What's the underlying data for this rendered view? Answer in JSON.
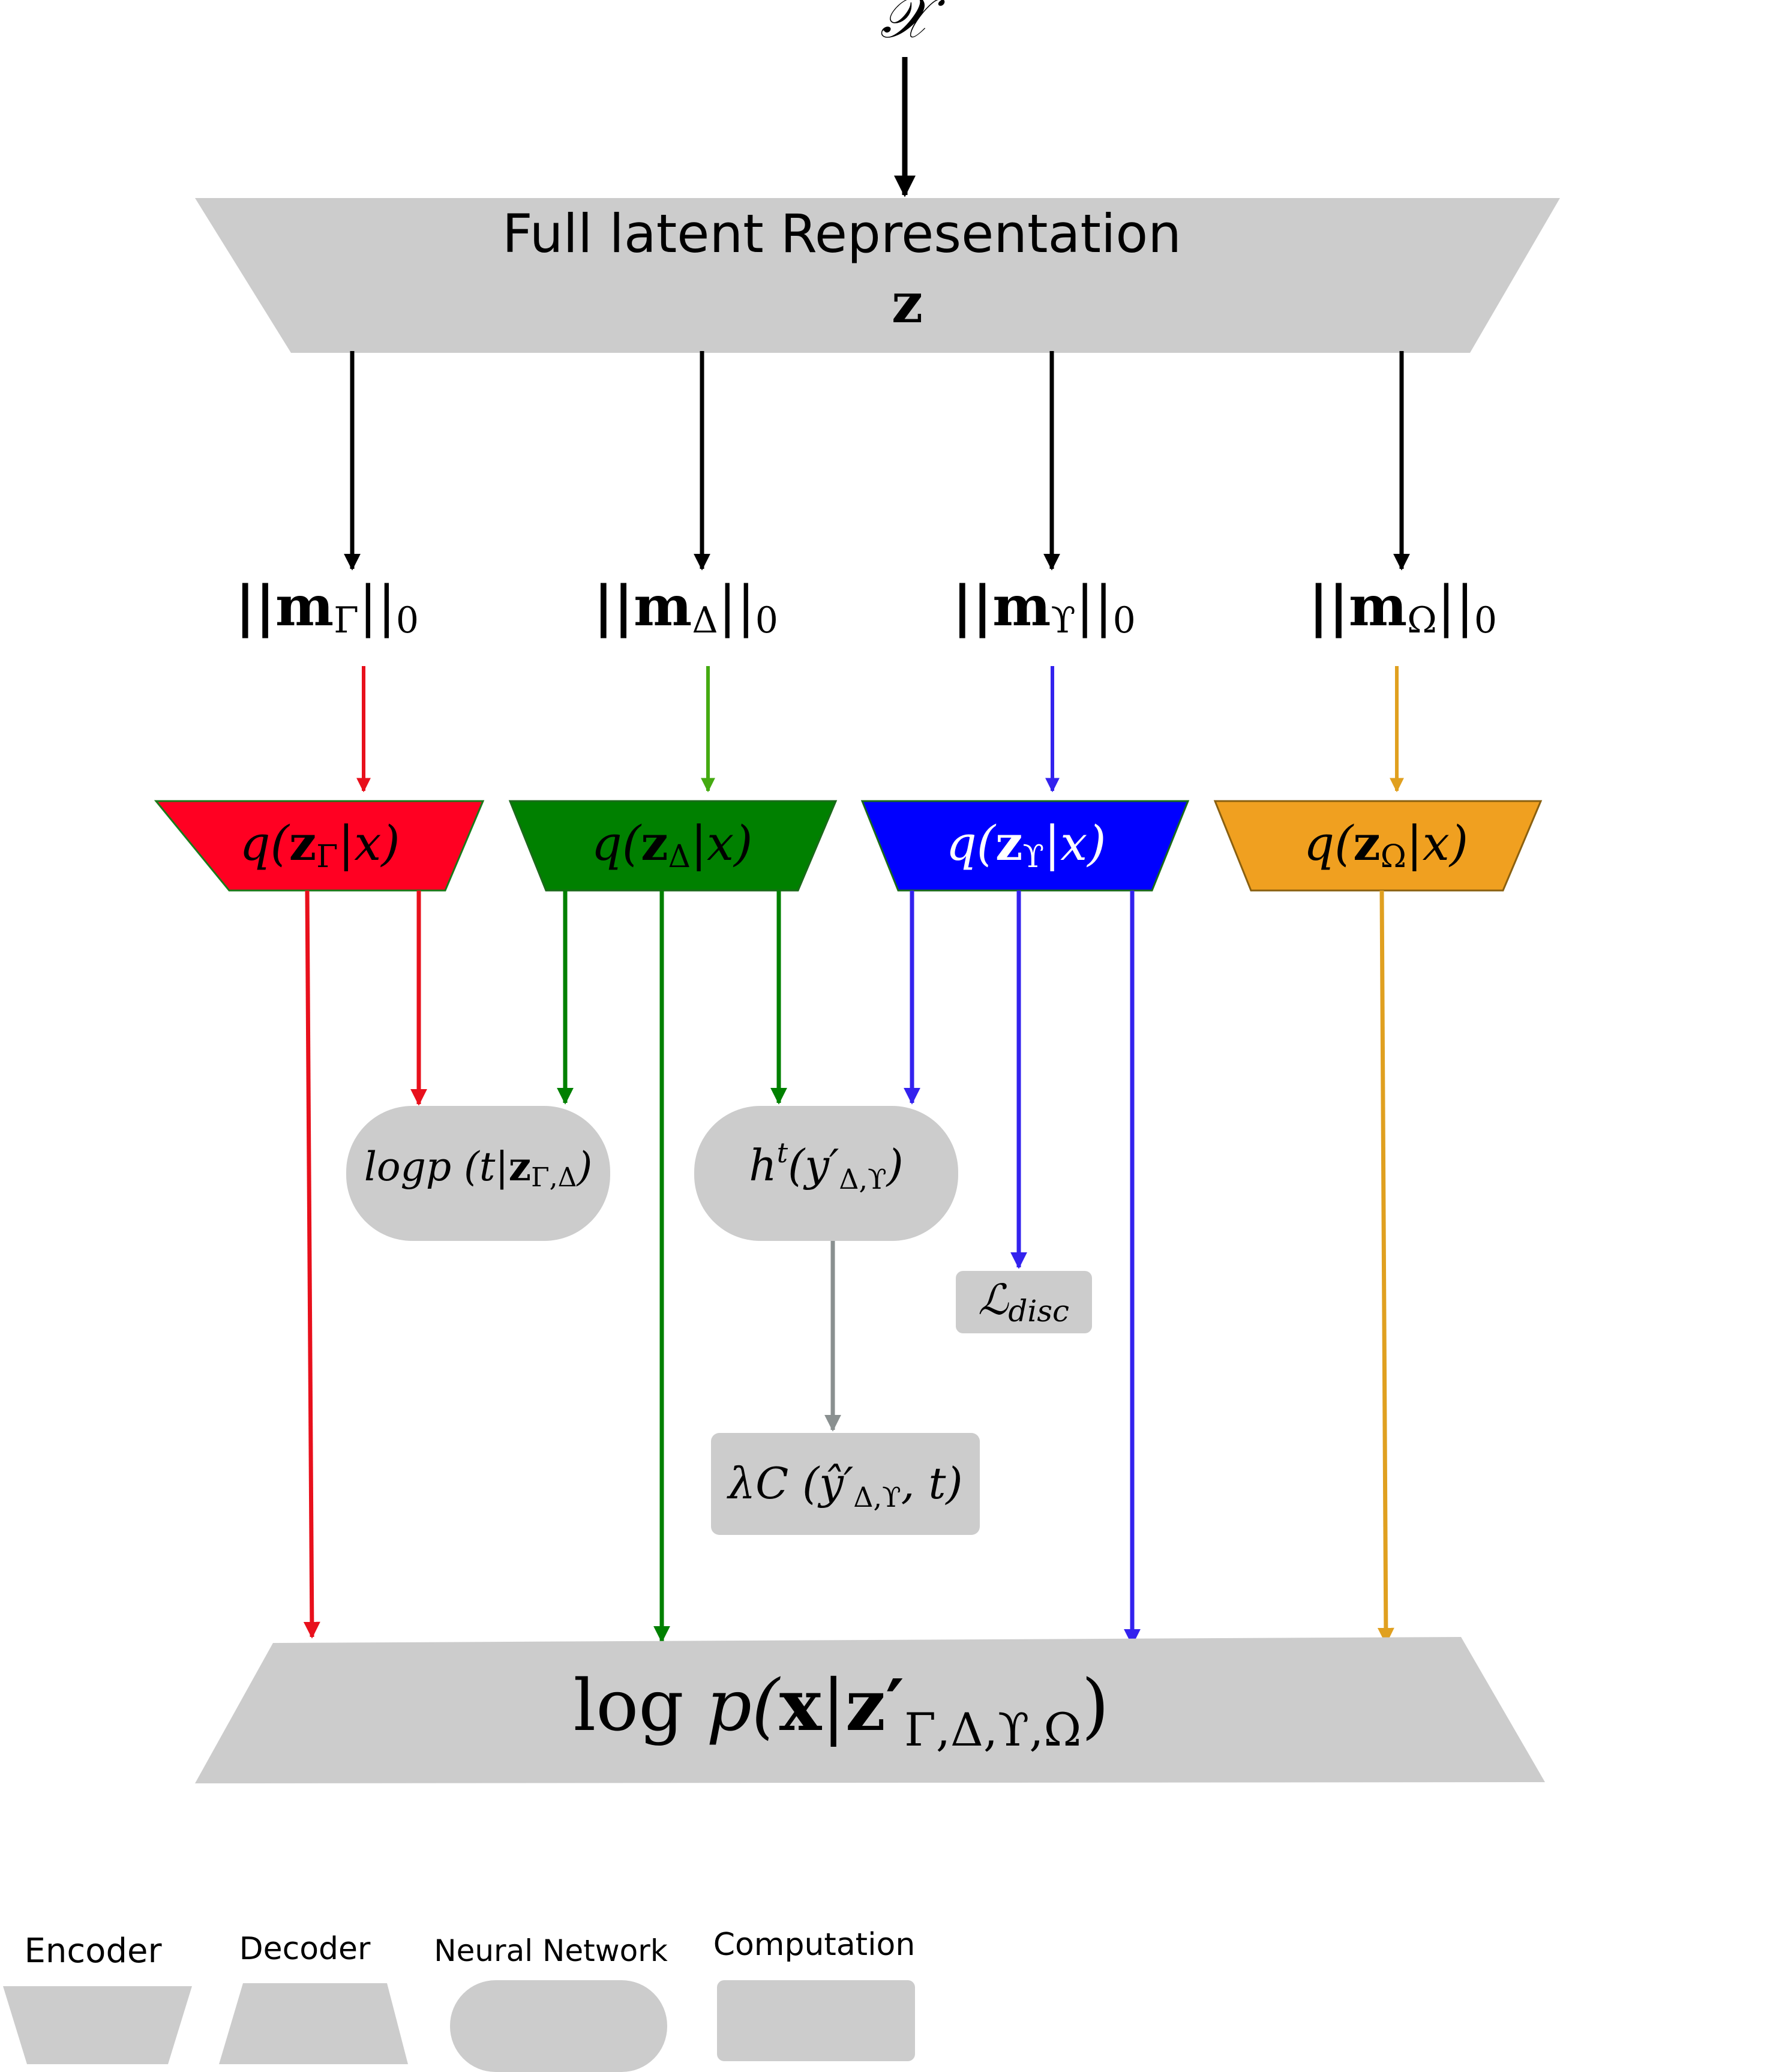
{
  "input_label": "𝒳",
  "full_latent": {
    "title": "Full latent Representation",
    "symbol": "z"
  },
  "masks": [
    {
      "prefix": "||m",
      "sub": "Γ",
      "suffix": "||",
      "norm": "0"
    },
    {
      "prefix": "||m",
      "sub": "Δ",
      "suffix": "||",
      "norm": "0"
    },
    {
      "prefix": "||m",
      "sub": "ϒ",
      "suffix": "||",
      "norm": "0"
    },
    {
      "prefix": "||m",
      "sub": "Ω",
      "suffix": "||",
      "norm": "0"
    }
  ],
  "encoders": [
    {
      "q": "q(",
      "z": "z",
      "sub": "Γ",
      "rest": "|x)",
      "color": "#ff0022"
    },
    {
      "q": "q(",
      "z": "z",
      "sub": "Δ",
      "rest": "|x)",
      "color": "#008000"
    },
    {
      "q": "q(",
      "z": "z",
      "sub": "ϒ",
      "rest": "|x)",
      "color": "#0000ff"
    },
    {
      "q": "q(",
      "z": "z",
      "sub": "Ω",
      "rest": "|x)",
      "color": "#f0a020"
    }
  ],
  "nn_logp": {
    "main": "logp (t|",
    "z": "z",
    "sub": "Γ,Δ",
    "close": ")"
  },
  "nn_h": {
    "h": "h",
    "sup": "t",
    "mid": "(y′",
    "sub": "Δ,ϒ",
    "close": ")"
  },
  "comp_ldisc": {
    "main": "ℒ",
    "sub": "disc"
  },
  "comp_lambda": {
    "main": "λC (ŷ′",
    "sub": "Δ,ϒ",
    "close": ", t)"
  },
  "decoder": {
    "log": "log ",
    "p": "p(",
    "x": "x",
    "bar": "|",
    "z": "z′",
    "sub": "Γ,Δ,ϒ,Ω",
    "close": ")"
  },
  "legend": {
    "encoder": "Encoder",
    "decoder": "Decoder",
    "neural_network": "Neural Network",
    "computation": "Computation"
  },
  "colors": {
    "shape_gray": "#cccccc",
    "red": "#ff0022",
    "red_arrow": "#e8101c",
    "green": "#008000",
    "green_light": "#44aa11",
    "blue": "#0000ff",
    "blue_arrow": "#3322ee",
    "orange": "#f0a020",
    "orange_arrow": "#e0a020",
    "gray_arrow": "#8a9090",
    "black": "#000000"
  }
}
